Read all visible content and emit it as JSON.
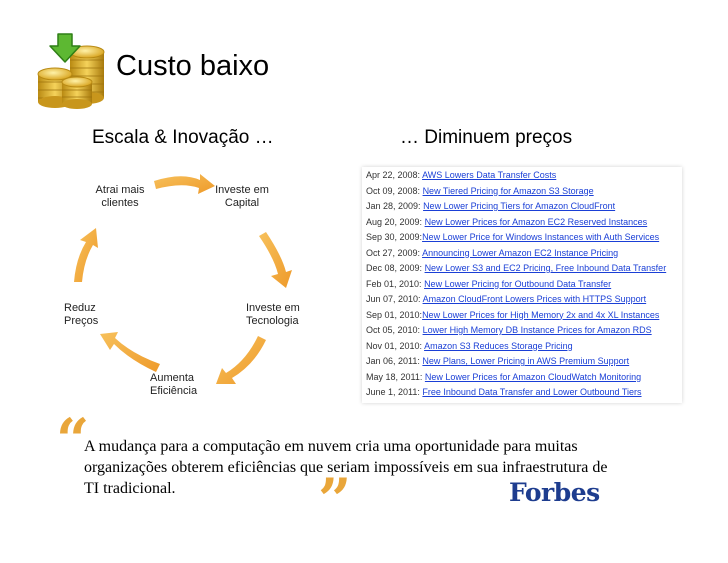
{
  "title": "Custo baixo",
  "left_heading": "Escala & Inovação …",
  "right_heading": "… Diminuem preços",
  "cycle": {
    "attract": "Atrai mais\nclientes",
    "invest_capital": "Investe em\nCapital",
    "invest_tech": "Investe em\nTecnologia",
    "efficiency": "Aumenta\nEficiência",
    "reduce": "Reduz\nPreços",
    "arrow_color": "#f2a531"
  },
  "price_cuts": [
    {
      "date": "Apr 22, 2008:",
      "text": "AWS Lowers Data Transfer Costs"
    },
    {
      "date": "Oct 09, 2008:",
      "text": "New Tiered Pricing for Amazon S3 Storage"
    },
    {
      "date": "Jan 28, 2009:",
      "text": "New Lower Pricing Tiers for Amazon CloudFront"
    },
    {
      "date": "Aug 20, 2009:",
      "text": "New Lower Prices for Amazon EC2 Reserved Instances"
    },
    {
      "date": "Sep 30, 2009:",
      "text": "New Lower Price for Windows Instances with Auth Services"
    },
    {
      "date": "Oct 27, 2009:",
      "text": "Announcing Lower Amazon EC2 Instance Pricing"
    },
    {
      "date": "Dec 08, 2009:",
      "text": "New Lower S3 and EC2 Pricing, Free Inbound Data Transfer"
    },
    {
      "date": "Feb 01, 2010:",
      "text": "New Lower Pricing for Outbound Data Transfer"
    },
    {
      "date": "Jun 07, 2010:",
      "text": "Amazon CloudFront Lowers Prices with HTTPS Support"
    },
    {
      "date": "Sep 01, 2010:",
      "text": "New Lower Prices for High Memory 2x and 4x XL Instances"
    },
    {
      "date": "Oct 05, 2010:",
      "text": "Lower High Memory DB Instance Prices for Amazon RDS"
    },
    {
      "date": "Nov 01, 2010:",
      "text": "Amazon S3 Reduces Storage Pricing"
    },
    {
      "date": "Jan 06, 2011:",
      "text": "New Plans, Lower Pricing in AWS Premium Support"
    },
    {
      "date": "May 18, 2011:",
      "text": "New Lower Prices for Amazon CloudWatch Monitoring"
    },
    {
      "date": "June 1, 2011:",
      "text": "Free Inbound Data Transfer and Lower Outbound Tiers"
    }
  ],
  "quote": {
    "open_mark": "“",
    "close_mark": "”",
    "text": "A mudança para a computação em nuvem cria uma oportunidade para muitas organizações obterem eficiências que seriam impossíveis em sua infraestrutura de TI tradicional.",
    "source": "Forbes"
  },
  "colors": {
    "accent": "#f2a531",
    "link": "#1a3fd6",
    "forbes": "#1e3d8f"
  },
  "icons": [
    "coins-icon",
    "download-arrow-icon"
  ]
}
